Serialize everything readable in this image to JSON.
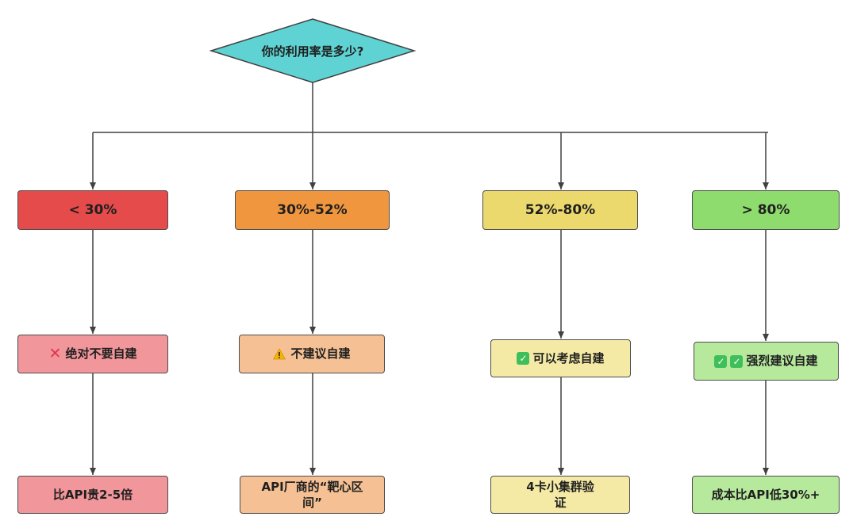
{
  "question": "你的利用率是多少?",
  "columns": [
    {
      "range": "< 30%",
      "advice": "绝对不要自建",
      "advice_icon": "cross-mark-icon",
      "detail": "比API贵2-5倍",
      "colors": {
        "range": "#e54b4b",
        "advice": "#f1969a",
        "detail": "#f1969a"
      }
    },
    {
      "range": "30%-52%",
      "advice": "不建议自建",
      "advice_icon": "warning-icon",
      "detail": "API厂商的“靶心区间”",
      "colors": {
        "range": "#f0963f",
        "advice": "#f5c194",
        "detail": "#f5c194"
      }
    },
    {
      "range": "52%-80%",
      "advice": "可以考虑自建",
      "advice_icon": "check-box-icon",
      "detail": "4卡小集群验证",
      "colors": {
        "range": "#ecd96e",
        "advice": "#f4eaa6",
        "detail": "#f4eaa6"
      }
    },
    {
      "range": "> 80%",
      "advice": "强烈建议自建",
      "advice_icon": "double-check-box-icon",
      "detail": "成本比API低30%+",
      "colors": {
        "range": "#8fdc6e",
        "advice": "#b7e99d",
        "detail": "#b7e99d"
      }
    }
  ],
  "diamond_color": "#5fd3d3",
  "line_color": "#404040"
}
